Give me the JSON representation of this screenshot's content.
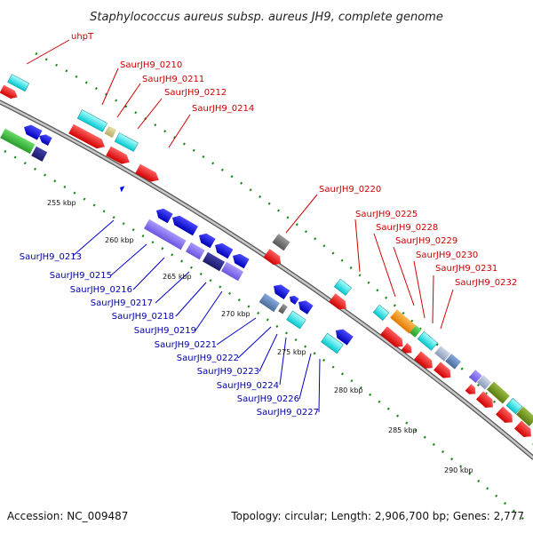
{
  "title": "Staphylococcus aureus subsp. aureus JH9, complete genome",
  "footer": {
    "accession": "Accession: NC_009487",
    "topology": "Topology: circular; Length: 2,906,700 bp; Genes: 2,777"
  },
  "scale_labels": [
    "255 kbp",
    "260 kbp",
    "265 kbp",
    "270 kbp",
    "275 kbp",
    "280 kbp",
    "285 kbp",
    "290 kbp"
  ],
  "forward_strand_labels": [
    "uhpT",
    "SaurJH9_0210",
    "SaurJH9_0211",
    "SaurJH9_0212",
    "SaurJH9_0214",
    "SaurJH9_0220",
    "SaurJH9_0225",
    "SaurJH9_0228",
    "SaurJH9_0229",
    "SaurJH9_0230",
    "SaurJH9_0231",
    "SaurJH9_0232"
  ],
  "reverse_strand_labels": [
    "SaurJH9_0213",
    "SaurJH9_0215",
    "SaurJH9_0216",
    "SaurJH9_0217",
    "SaurJH9_0218",
    "SaurJH9_0219",
    "SaurJH9_0221",
    "SaurJH9_0222",
    "SaurJH9_0223",
    "SaurJH9_0224",
    "SaurJH9_0226",
    "SaurJH9_0227"
  ],
  "colors": {
    "forward_label": "#cc0000",
    "reverse_label": "#0000aa",
    "forward_cds": "#ff0000",
    "reverse_cds": "#0000ee",
    "backbone": "#999999",
    "dots": "#1c8a1c"
  }
}
